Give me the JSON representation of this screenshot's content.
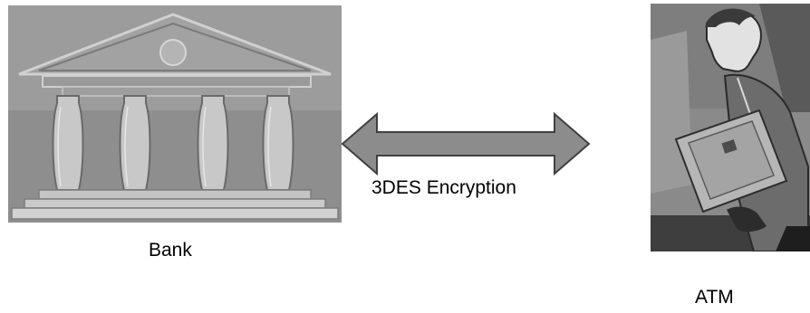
{
  "nodes": {
    "bank": {
      "label": "Bank",
      "icon": "bank-building-icon"
    },
    "atm": {
      "label": "ATM",
      "icon": "atm-user-icon"
    }
  },
  "link": {
    "label": "3DES Encryption",
    "direction": "bidirectional"
  },
  "colors": {
    "arrow_fill": "#8c8c8c",
    "arrow_stroke": "#404040",
    "text": "#000000",
    "image_light": "#c8c8c8",
    "image_mid": "#8f8f8f",
    "image_dark": "#4a4a4a"
  }
}
